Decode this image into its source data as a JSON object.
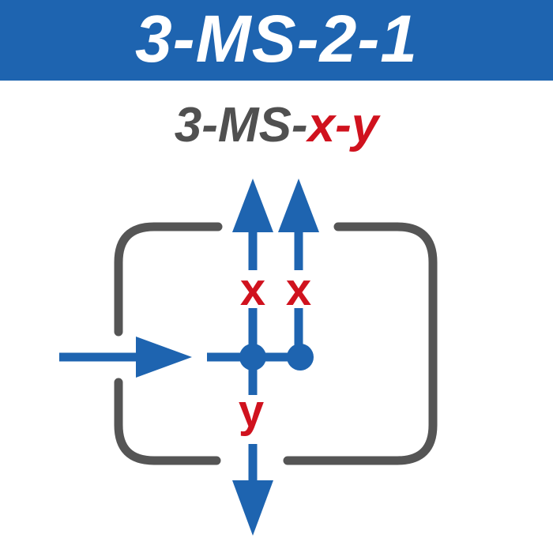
{
  "header": {
    "title": "3-MS-2-1"
  },
  "pattern": {
    "prefix": "3-MS-",
    "x_part": "x",
    "separator": "-",
    "y_part": "y"
  },
  "diagram": {
    "labels": {
      "left_output": "x",
      "right_output": "x",
      "bottom_output": "y"
    }
  },
  "colors": {
    "banner": "#1e64b0",
    "arrow_blue": "#1e64b0",
    "box_gray": "#555555",
    "label_red": "#d0121e",
    "prefix_gray": "#505050"
  }
}
